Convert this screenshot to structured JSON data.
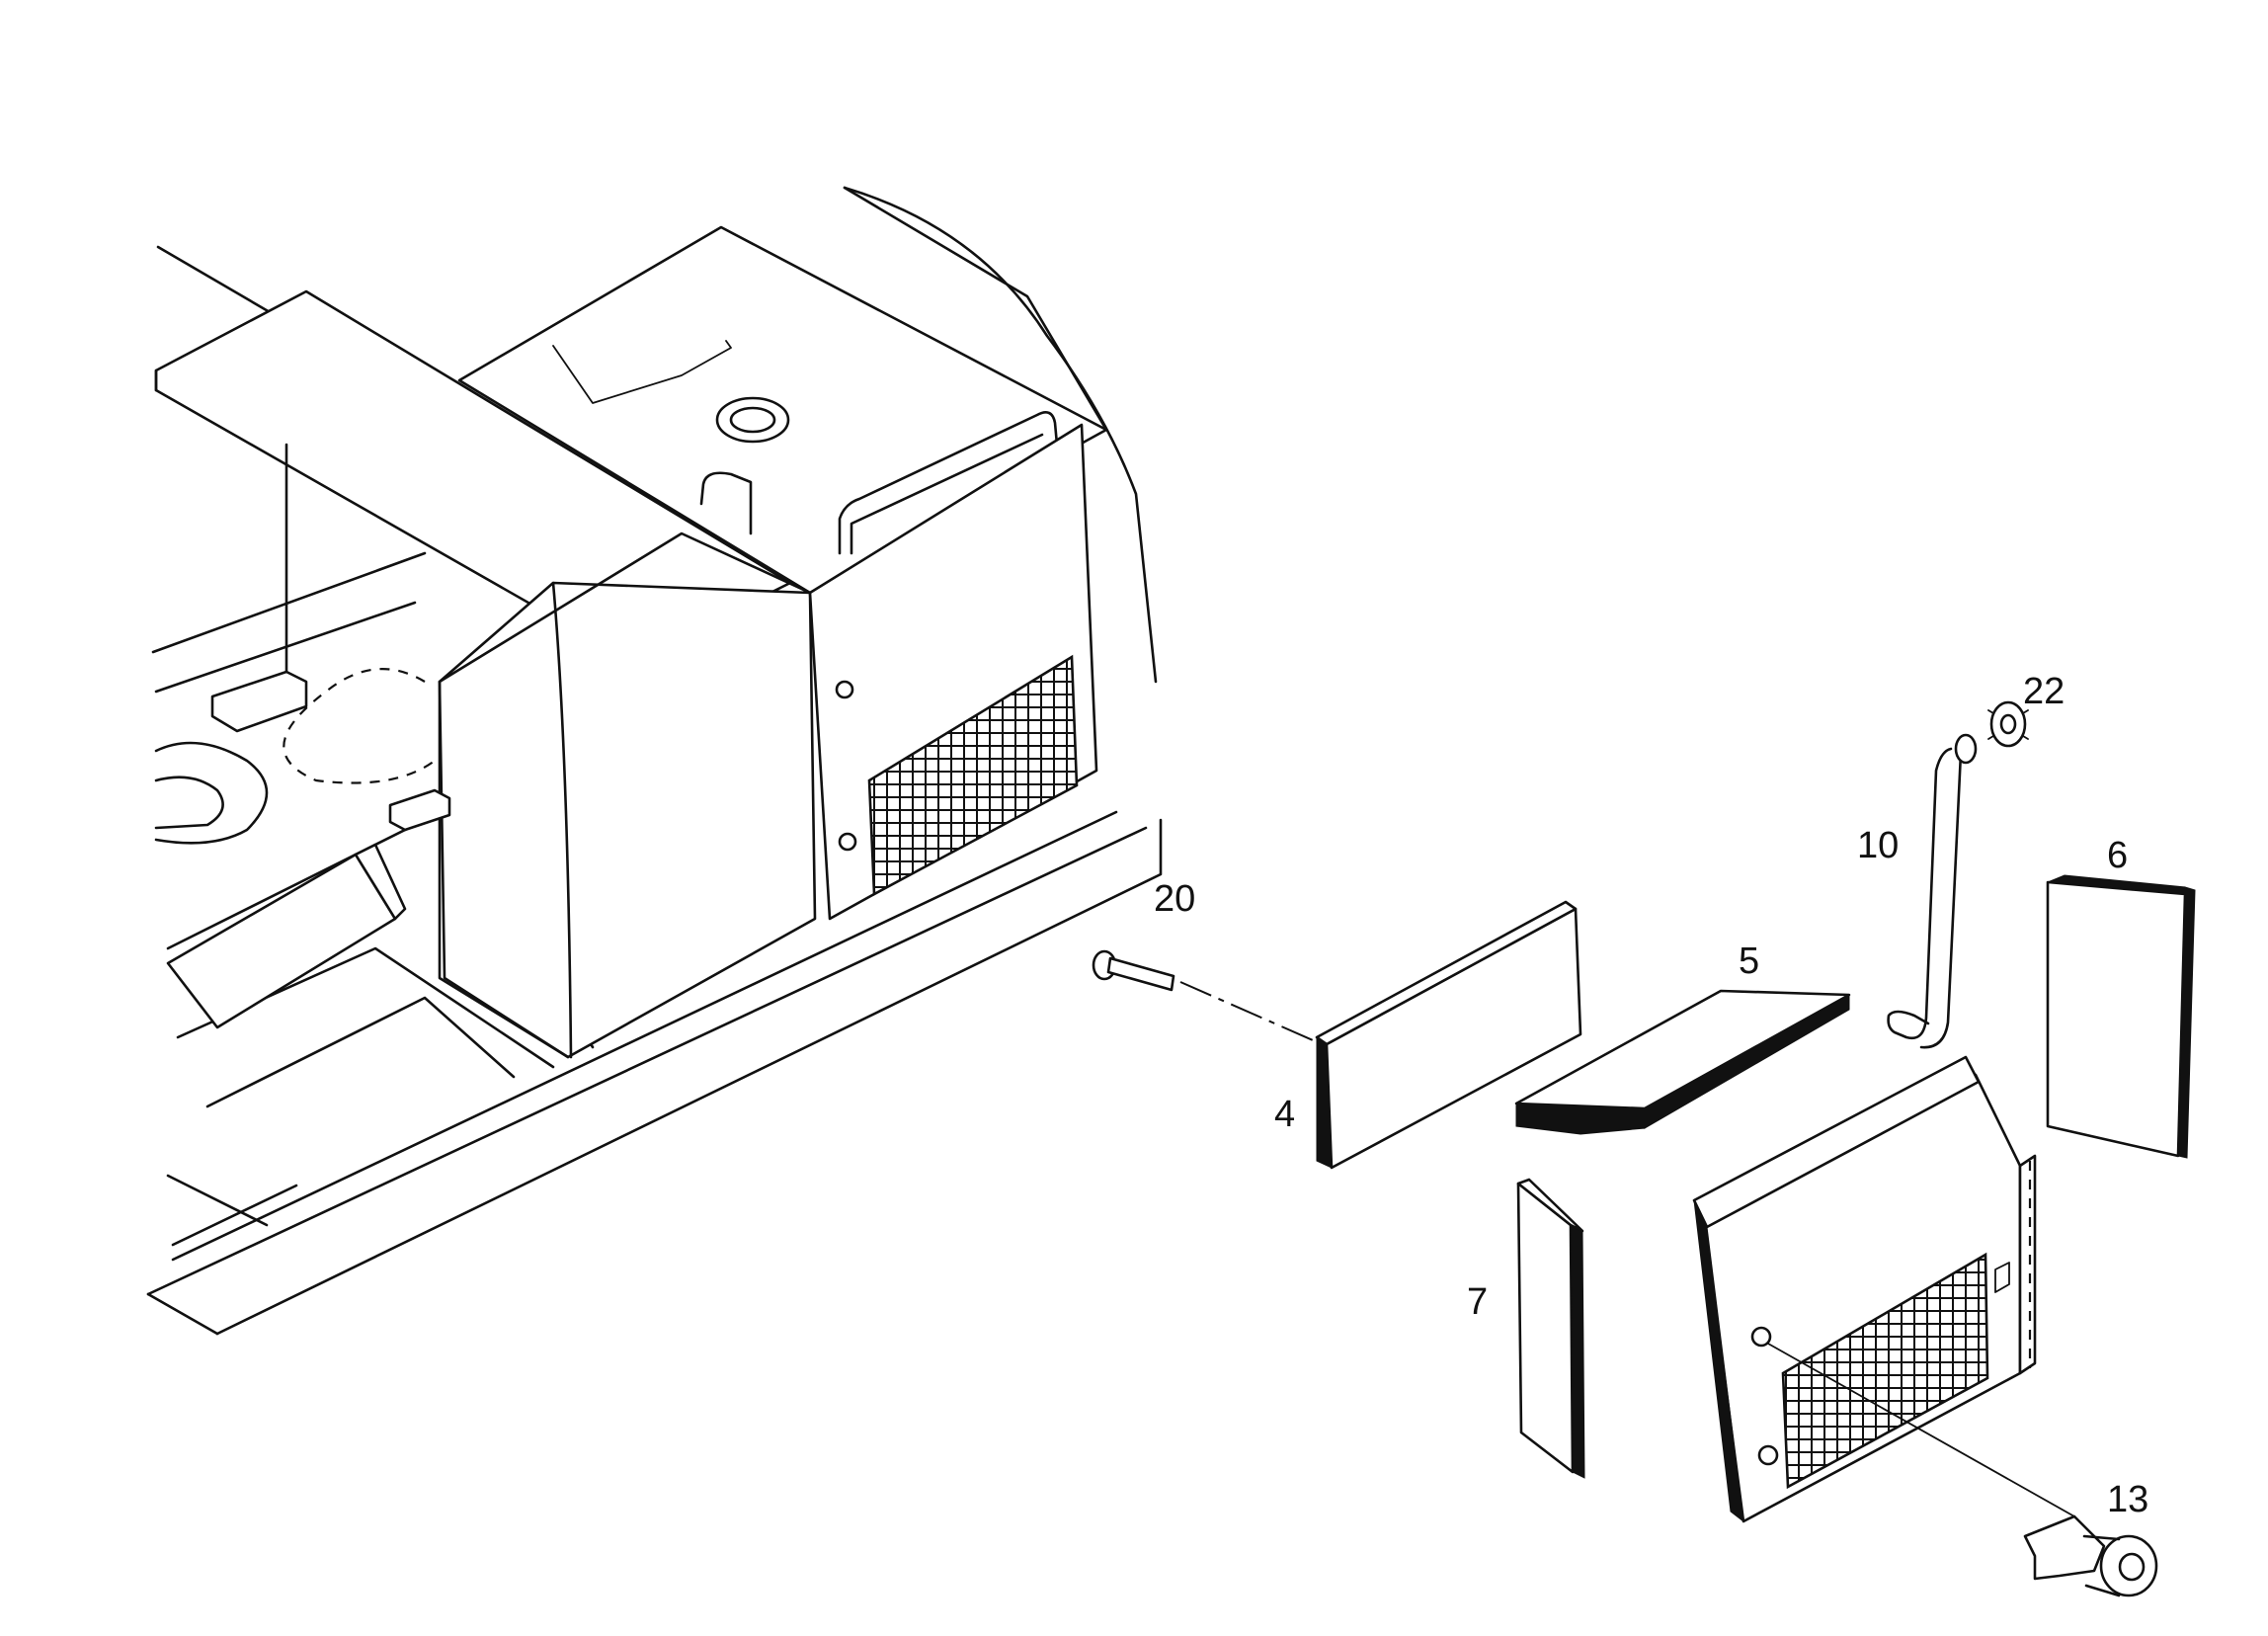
{
  "callouts": {
    "c4": "4",
    "c5": "5",
    "c6": "6",
    "c7": "7",
    "c10": "10",
    "c13": "13",
    "c20": "20",
    "c22": "22"
  },
  "colors": {
    "ink": "#111111",
    "paper": "#ffffff"
  }
}
